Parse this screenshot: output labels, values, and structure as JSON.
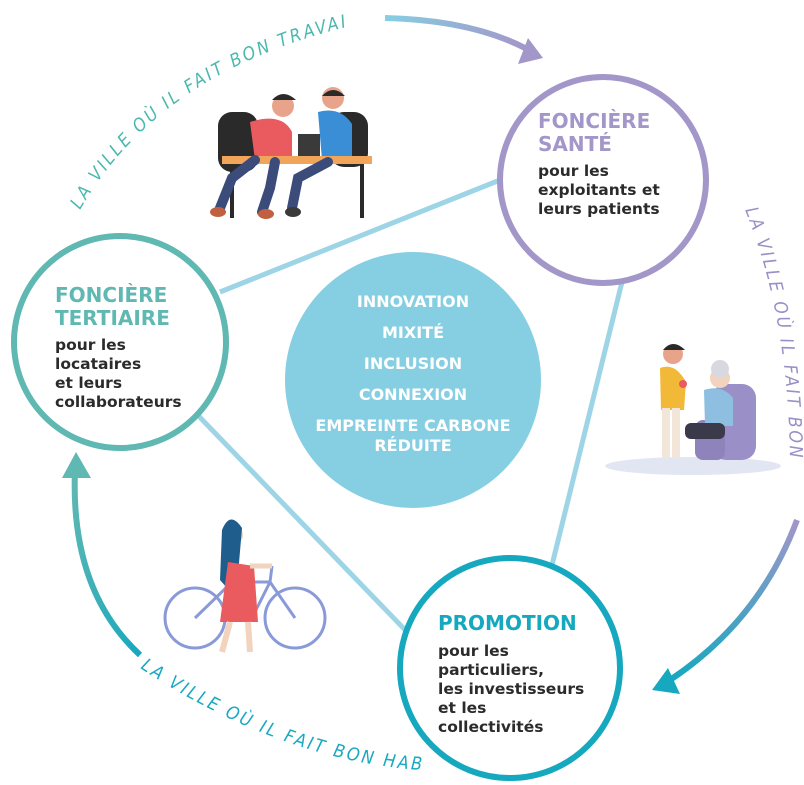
{
  "colors": {
    "tertiaire": "#5fb8b2",
    "sante": "#a396c9",
    "promotion": "#16a8bf",
    "center": "#86cfe2",
    "connector": "#9dd5e7",
    "arc_text_tertiaire": "#4bb8ae",
    "arc_text_sante": "#9a8fc6",
    "arc_text_promotion": "#19a9c2"
  },
  "nodes": {
    "sante": {
      "title_line1": "FONCIÈRE",
      "title_line2": "SANTÉ",
      "sub": [
        "pour les",
        "exploitants et",
        "leurs patients"
      ]
    },
    "tertiaire": {
      "title_line1": "FONCIÈRE",
      "title_line2": "TERTIAIRE",
      "sub": [
        "pour les",
        "locataires",
        "et leurs",
        "collaborateurs"
      ]
    },
    "promotion": {
      "title": "PROMOTION",
      "sub": [
        "pour les",
        "particuliers,",
        "les investisseurs",
        "et les",
        "collectivités"
      ]
    }
  },
  "center": {
    "items": [
      "INNOVATION",
      "MIXITÉ",
      "INCLUSION",
      "CONNEXION",
      "EMPREINTE CARBONE",
      "RÉDUITE"
    ]
  },
  "arcs": {
    "travailler": "LA VILLE OÙ IL FAIT BON TRAVAILLER",
    "vivre": "LA VILLE OÙ IL FAIT BON VIVRE",
    "habiter": "LA VILLE OÙ IL FAIT BON HABITER"
  },
  "illustrations": [
    "coworkers-at-desk",
    "caregiver-with-elderly-woman",
    "woman-with-bicycle"
  ]
}
